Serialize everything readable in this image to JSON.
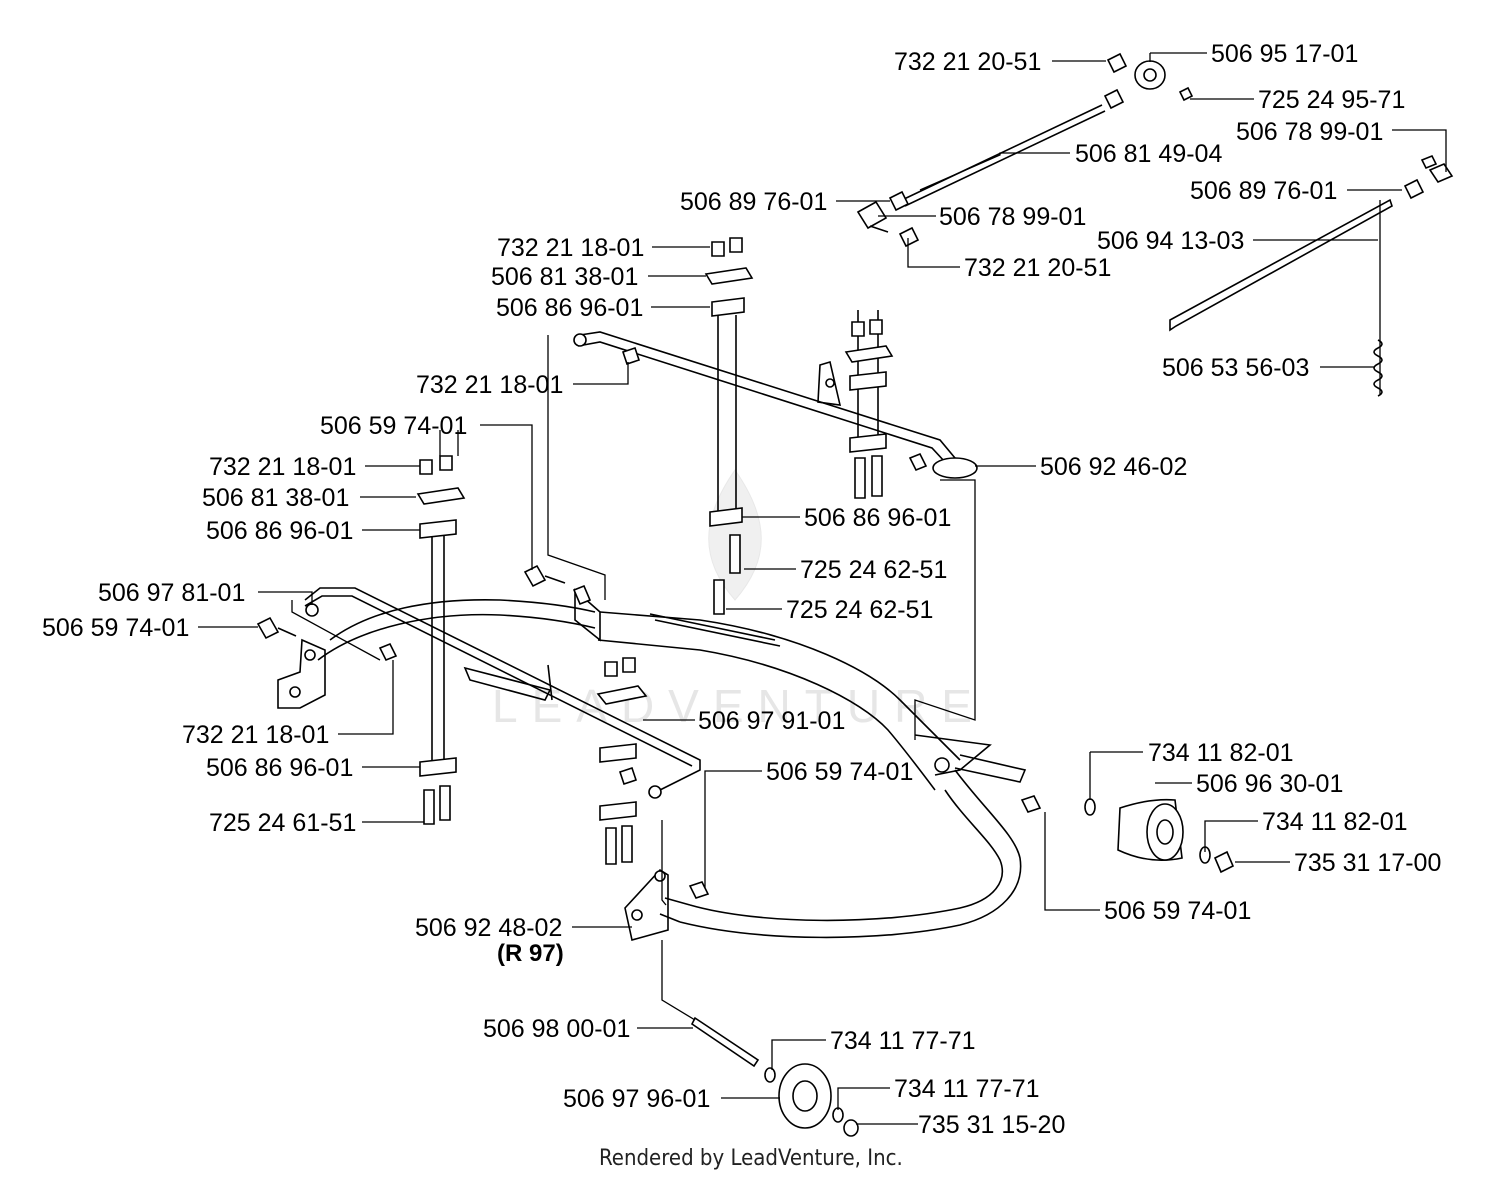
{
  "watermark": "LEADVENTURE",
  "footer": "Rendered by LeadVenture, Inc.",
  "labels": [
    "732 21 20-51",
    "506 95 17-01",
    "725 24 95-71",
    "506 78 99-01",
    "506 81 49-04",
    "506 89 76-01",
    "506 89 76-01",
    "506 78 99-01",
    "732 21 18-01",
    "732 21 20-51",
    "506 94 13-03",
    "506 81 38-01",
    "506 86 96-01",
    "506 53 56-03",
    "732 21 18-01",
    "506 59 74-01",
    "732 21 18-01",
    "506 92 46-02",
    "506 81 38-01",
    "506 86 96-01",
    "506 86 96-01",
    "725 24 62-51",
    "506 97 81-01",
    "725 24 62-51",
    "506 59 74-01",
    "506 97 91-01",
    "732 21 18-01",
    "734 11 82-01",
    "506 86 96-01",
    "506 59 74-01",
    "506 96 30-01",
    "725 24 61-51",
    "734 11 82-01",
    "735 31 17-00",
    "506 59 74-01",
    "506 92 48-02",
    "(R 97)",
    "506 98 00-01",
    "734 11 77-71",
    "734 11 77-71",
    "506 97 96-01",
    "735 31 15-20"
  ]
}
